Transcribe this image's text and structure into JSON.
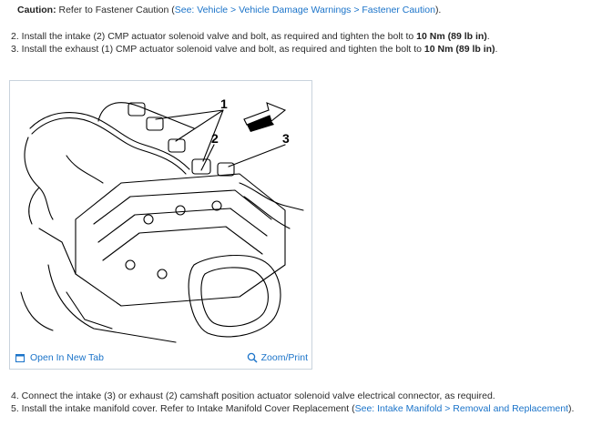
{
  "caution": {
    "label": "Caution:",
    "text": " Refer to Fastener Caution (",
    "link": "See: Vehicle > Vehicle Damage Warnings > Fastener Caution",
    "end": ")."
  },
  "step2": {
    "text": "2. Install the intake (2) CMP actuator solenoid valve and bolt, as required and tighten the bolt to ",
    "torque": "10 Nm (89 lb in)",
    "end": "."
  },
  "step3": {
    "text": "3. Install the exhaust (1) CMP actuator solenoid valve and bolt, as required and tighten the bolt to ",
    "torque": "10 Nm (89 lb in)",
    "end": "."
  },
  "figure": {
    "callouts": [
      "1",
      "2",
      "3"
    ],
    "open_tab_label": "Open In New Tab",
    "zoom_label": "Zoom/Print"
  },
  "step4": {
    "text": "4. Connect the intake (3) or exhaust (2) camshaft position actuator solenoid valve electrical connector, as required."
  },
  "step5": {
    "text": "5. Install the intake manifold cover. Refer to Intake Manifold Cover Replacement (",
    "link": "See: Intake Manifold > Removal and Replacement",
    "end": ")."
  },
  "colors": {
    "link": "#1a73c9",
    "text": "#2b2b2b",
    "border": "#c9d3dd"
  }
}
